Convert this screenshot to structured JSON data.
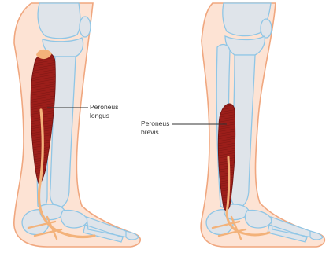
{
  "labels": {
    "peroneus_longus": {
      "line1": "Peroneus",
      "line2": "longus"
    },
    "peroneus_brevis": {
      "line1": "Peroneus",
      "line2": "brevis"
    }
  },
  "colors": {
    "skin_fill": "#fde3d4",
    "skin_outline": "#f0a77f",
    "bone_fill": "#dfe4ea",
    "bone_outline": "#8fc6e6",
    "muscle": "#9c1e1a",
    "muscle_dark": "#6e1210",
    "tendon": "#f3b27a",
    "leader_line": "#333333"
  }
}
